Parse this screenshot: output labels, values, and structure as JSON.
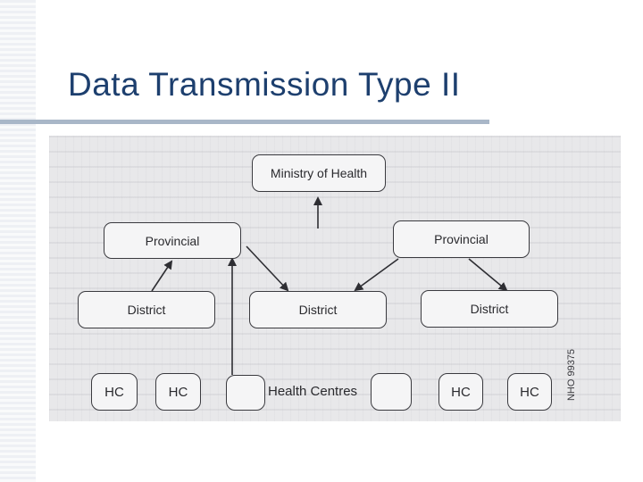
{
  "title": "Data Transmission Type II",
  "diagram": {
    "ministry": "Ministry of Health",
    "provincial_left": "Provincial",
    "provincial_right": "Provincial",
    "district_left": "District",
    "district_center": "District",
    "district_right": "District",
    "health_centres_label": "Health Centres",
    "hc_1": "HC",
    "hc_2": "HC",
    "hc_3": "HC",
    "hc_4": "HC",
    "stamp": "NHO 99375"
  }
}
